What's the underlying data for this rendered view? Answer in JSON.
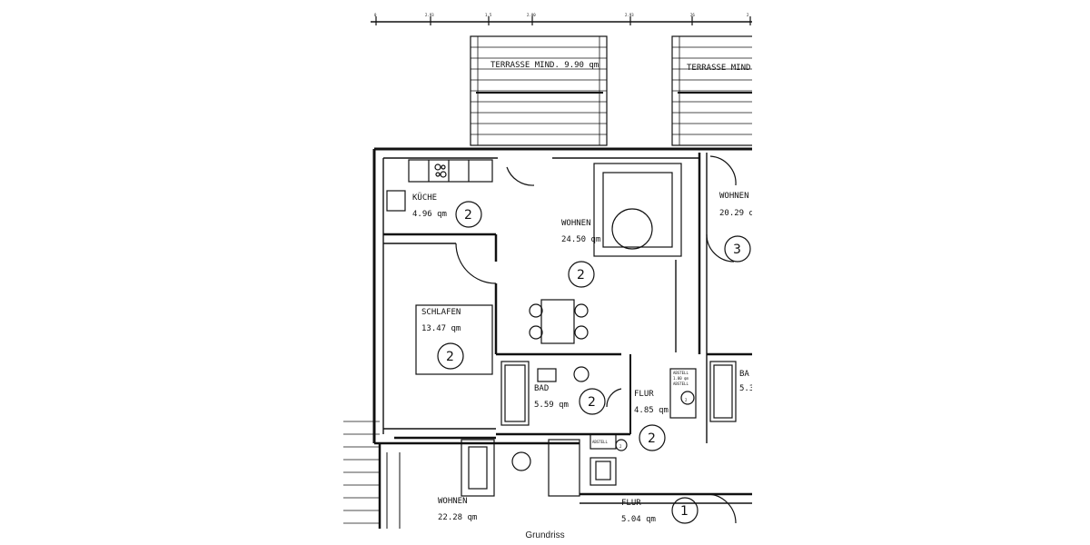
{
  "caption": "Grundriss",
  "dimensions": {
    "d0": "0",
    "d1": "2.93",
    "d2": "1.5",
    "d3": "2.00",
    "d4": "2.93",
    "d5": "26",
    "d6": "2"
  },
  "terraces": [
    {
      "label": "TERRASSE MIND. 9.90 qm"
    },
    {
      "label": "TERRASSE MIND"
    }
  ],
  "rooms": {
    "kueche": {
      "name": "KÜCHE",
      "area": "4.96 qm",
      "unit": "2"
    },
    "wohnen_main": {
      "name": "WOHNEN",
      "area": "24.50 qm",
      "unit": "2"
    },
    "wohnen_right": {
      "name": "WOHNEN",
      "area": "20.29 q",
      "unit": "3"
    },
    "schlafen": {
      "name": "SCHLAFEN",
      "area": "13.47 qm",
      "unit": "2"
    },
    "bad": {
      "name": "BAD",
      "area": "5.59 qm",
      "unit": "2"
    },
    "flur": {
      "name": "FLUR",
      "area": "4.85 qm",
      "unit": "2"
    },
    "abstell": {
      "name": "ABSTELL",
      "sub1": "1.00 qm",
      "sub2": "ABSTELL",
      "unit": "2"
    },
    "bad_right": {
      "name": "BA",
      "area": "5.3"
    },
    "abstell_small": {
      "name": "ABSTELL",
      "unit": "2"
    },
    "flur_unit": "2",
    "wohnen_bottom": {
      "name": "WOHNEN",
      "area": "22.28 qm"
    },
    "flur_bottom": {
      "name": "FLUR",
      "area": "5.04 qm",
      "unit": "1"
    }
  }
}
